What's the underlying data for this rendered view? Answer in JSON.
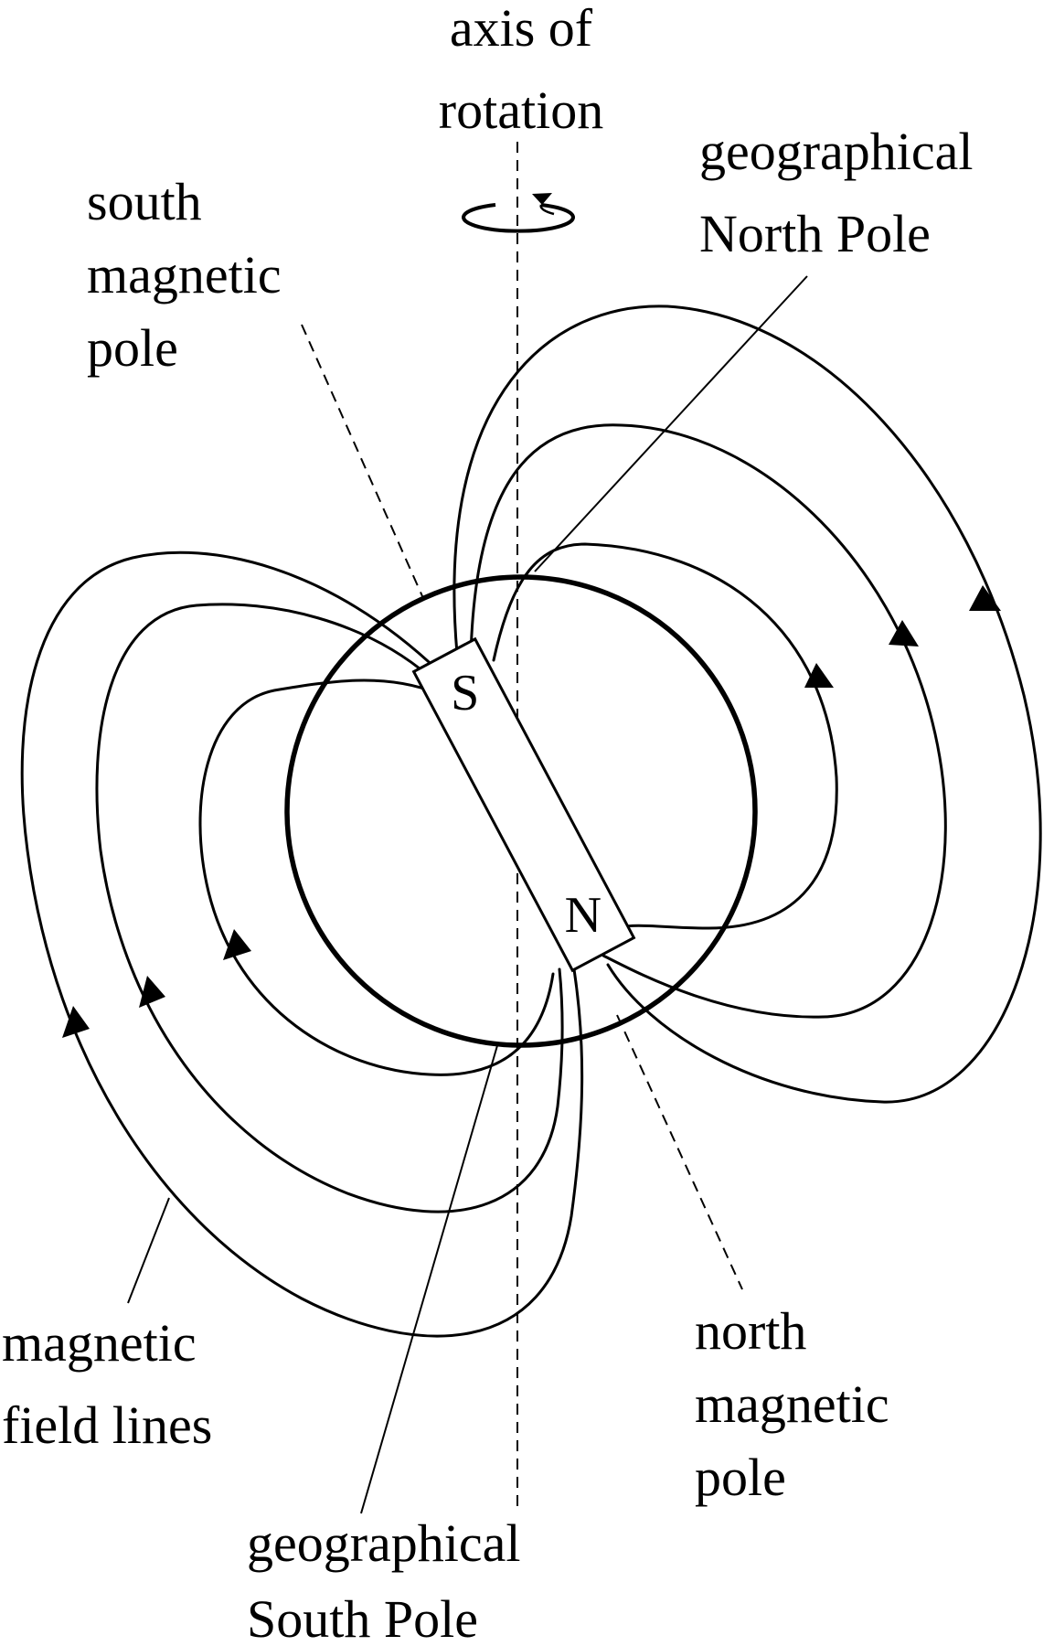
{
  "labels": {
    "axis_line1": "axis of",
    "axis_line2": "rotation",
    "south_magnetic_line1": "south",
    "south_magnetic_line2": "magnetic",
    "south_magnetic_line3": "pole",
    "geo_north_line1": "geographical",
    "geo_north_line2": "North Pole",
    "field_lines_line1": "magnetic",
    "field_lines_line2": "field lines",
    "north_magnetic_line1": "north",
    "north_magnetic_line2": "magnetic",
    "north_magnetic_line3": "pole",
    "geo_south_line1": "geographical",
    "geo_south_line2": "South Pole"
  },
  "magnet": {
    "top_letter": "S",
    "bottom_letter": "N"
  }
}
